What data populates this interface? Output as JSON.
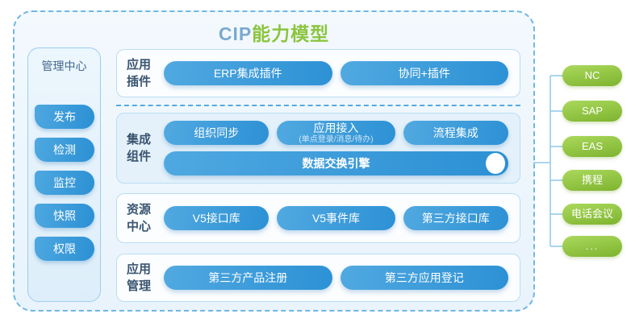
{
  "title": {
    "part_blue": "CIP",
    "part_green": "能力模型"
  },
  "sidebar": {
    "title": "管理中心",
    "items": [
      {
        "label": "发布"
      },
      {
        "label": "检测"
      },
      {
        "label": "监控"
      },
      {
        "label": "快照"
      },
      {
        "label": "权限"
      }
    ]
  },
  "sections": {
    "plugins": {
      "label_lines": [
        "应用",
        "插件"
      ],
      "buttons": [
        {
          "label": "ERP集成插件"
        },
        {
          "label": "协同+插件"
        }
      ]
    },
    "integration": {
      "label_lines": [
        "集成",
        "组件"
      ],
      "row1": [
        {
          "label": "组织同步"
        },
        {
          "label": "应用接入",
          "sub": "(单点登录/消息/待办)"
        },
        {
          "label": "流程集成"
        }
      ],
      "engine": {
        "label": "数据交换引擎"
      }
    },
    "resources": {
      "label_lines": [
        "资源",
        "中心"
      ],
      "buttons": [
        {
          "label": "V5接口库"
        },
        {
          "label": "V5事件库"
        },
        {
          "label": "第三方接口库"
        }
      ]
    },
    "app_mgmt": {
      "label_lines": [
        "应用",
        "管理"
      ],
      "buttons": [
        {
          "label": "第三方产品注册"
        },
        {
          "label": "第三方应用登记"
        }
      ]
    }
  },
  "external_systems": {
    "items": [
      {
        "label": "NC"
      },
      {
        "label": "SAP"
      },
      {
        "label": "EAS"
      },
      {
        "label": "携程"
      },
      {
        "label": "电话会议"
      },
      {
        "label": "..."
      }
    ]
  },
  "colors": {
    "primary_blue": "#3498db",
    "primary_green": "#8cc63f",
    "dashed_border": "#6fb7e5",
    "label_text": "#3a5570",
    "connector_line": "#8ec8ec"
  }
}
